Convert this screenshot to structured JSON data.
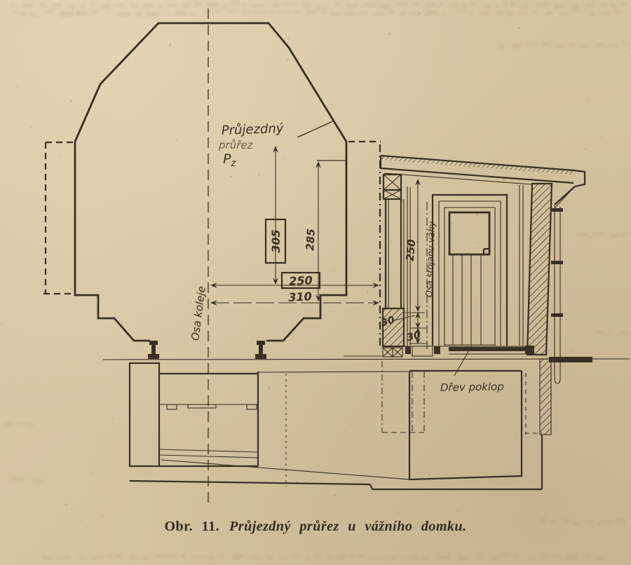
{
  "figure": {
    "caption_prefix": "Obr. 11.",
    "caption_text": "Průjezdný průřez u vážního domku.",
    "labels": {
      "clearance_line1": "Průjezdný",
      "clearance_line2": "průřez",
      "clearance_symbol": "P",
      "clearance_symbol_sub": "z",
      "track_axis": "Osa koleje",
      "scale_stand_axis": "Osa stojanu váhy",
      "wooden_cover": "Dřev poklop"
    },
    "dimensions": {
      "height_305": "305",
      "height_285": "285",
      "width_250": "250",
      "width_310": "310",
      "wall_height_250": "250",
      "offset_30_a": "30",
      "offset_30_b": "30"
    },
    "colors": {
      "paper": "#d8c5a3",
      "ink": "#3a2f22"
    }
  }
}
